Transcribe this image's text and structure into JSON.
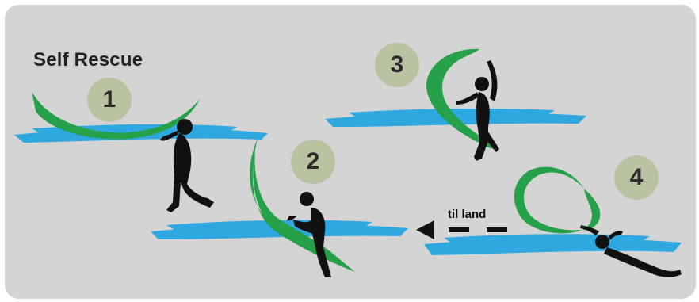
{
  "title": "Self Rescue",
  "steps": [
    {
      "label": "1"
    },
    {
      "label": "2"
    },
    {
      "label": "3"
    },
    {
      "label": "4"
    }
  ],
  "arrow_label": "til land",
  "colors": {
    "panel": "#d4d4d4",
    "kite": "#27a04a",
    "water": "#2fa8e0",
    "badge": "#b9c2a1",
    "figure": "#111111"
  }
}
